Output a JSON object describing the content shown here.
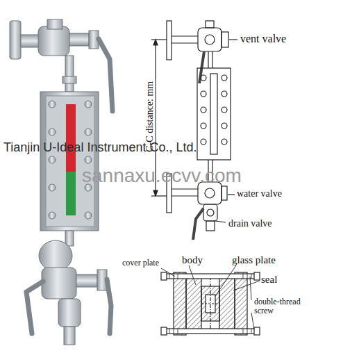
{
  "diagram": {
    "labels": [
      "vent valve",
      "C-C distance: mm",
      "water valve",
      "drain valve",
      "cover plate",
      "body",
      "glass plate",
      "seal",
      "double-thread screw",
      "Tianjin U-Ideal Instrument Co., Ltd.",
      "sannaxu.ecvv.com"
    ]
  }
}
